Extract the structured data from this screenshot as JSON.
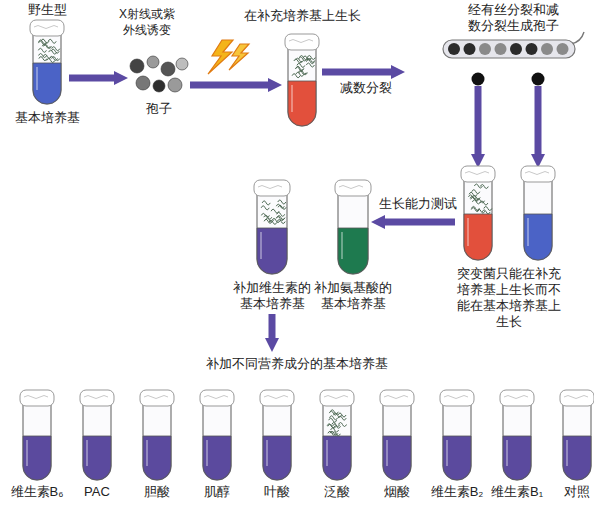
{
  "diagram": {
    "nodes": [
      {
        "text": [
          "野生型",
          "基本培养基"
        ]
      },
      {
        "text": [
          "孢子"
        ]
      },
      {
        "text": [
          "在补充培养基上生长"
        ]
      },
      {
        "text": [
          "经有丝分裂和减数分裂生成孢子"
        ]
      },
      {
        "text": [
          "突变菌只能在补充培养基上生长而不能在基本培养基上生长"
        ]
      },
      {
        "text": [
          "补加氨基酸的基本培养基"
        ]
      },
      {
        "text": [
          "补加维生素的基本培养基"
        ]
      },
      {
        "text": [
          "补加不同营养成分的基本培养基"
        ]
      },
      {
        "text": [
          "维生素B₆"
        ],
        "in": 7
      },
      {
        "text": [
          "PAC"
        ],
        "in": 7
      },
      {
        "text": [
          "胆酸"
        ],
        "in": 7
      },
      {
        "text": [
          "肌醇"
        ],
        "in": 7
      },
      {
        "text": [
          "叶酸"
        ],
        "in": 7
      },
      {
        "text": [
          "泛酸"
        ],
        "in": 7
      },
      {
        "text": [
          "烟酸"
        ],
        "in": 7
      },
      {
        "text": [
          "维生素B₂"
        ],
        "in": 7
      },
      {
        "text": [
          "维生素B₁"
        ],
        "in": 7
      },
      {
        "text": [
          "对照"
        ],
        "in": 7
      }
    ],
    "edges": [
      {
        "from": 0,
        "to": 1,
        "arrow": "to",
        "label": "X射线或紫外线诱变"
      },
      {
        "from": 1,
        "to": 2,
        "arrow": "to"
      },
      {
        "from": 2,
        "to": 3,
        "arrow": "to",
        "label": "减数分裂"
      },
      {
        "from": 3,
        "to": 4,
        "arrow": "to"
      },
      {
        "from": 3,
        "to": 4,
        "arrow": "to"
      },
      {
        "from": 4,
        "to": 5,
        "arrow": "to",
        "label": "生长能力测试"
      },
      {
        "from": 6,
        "to": 7,
        "arrow": "to"
      }
    ]
  }
}
